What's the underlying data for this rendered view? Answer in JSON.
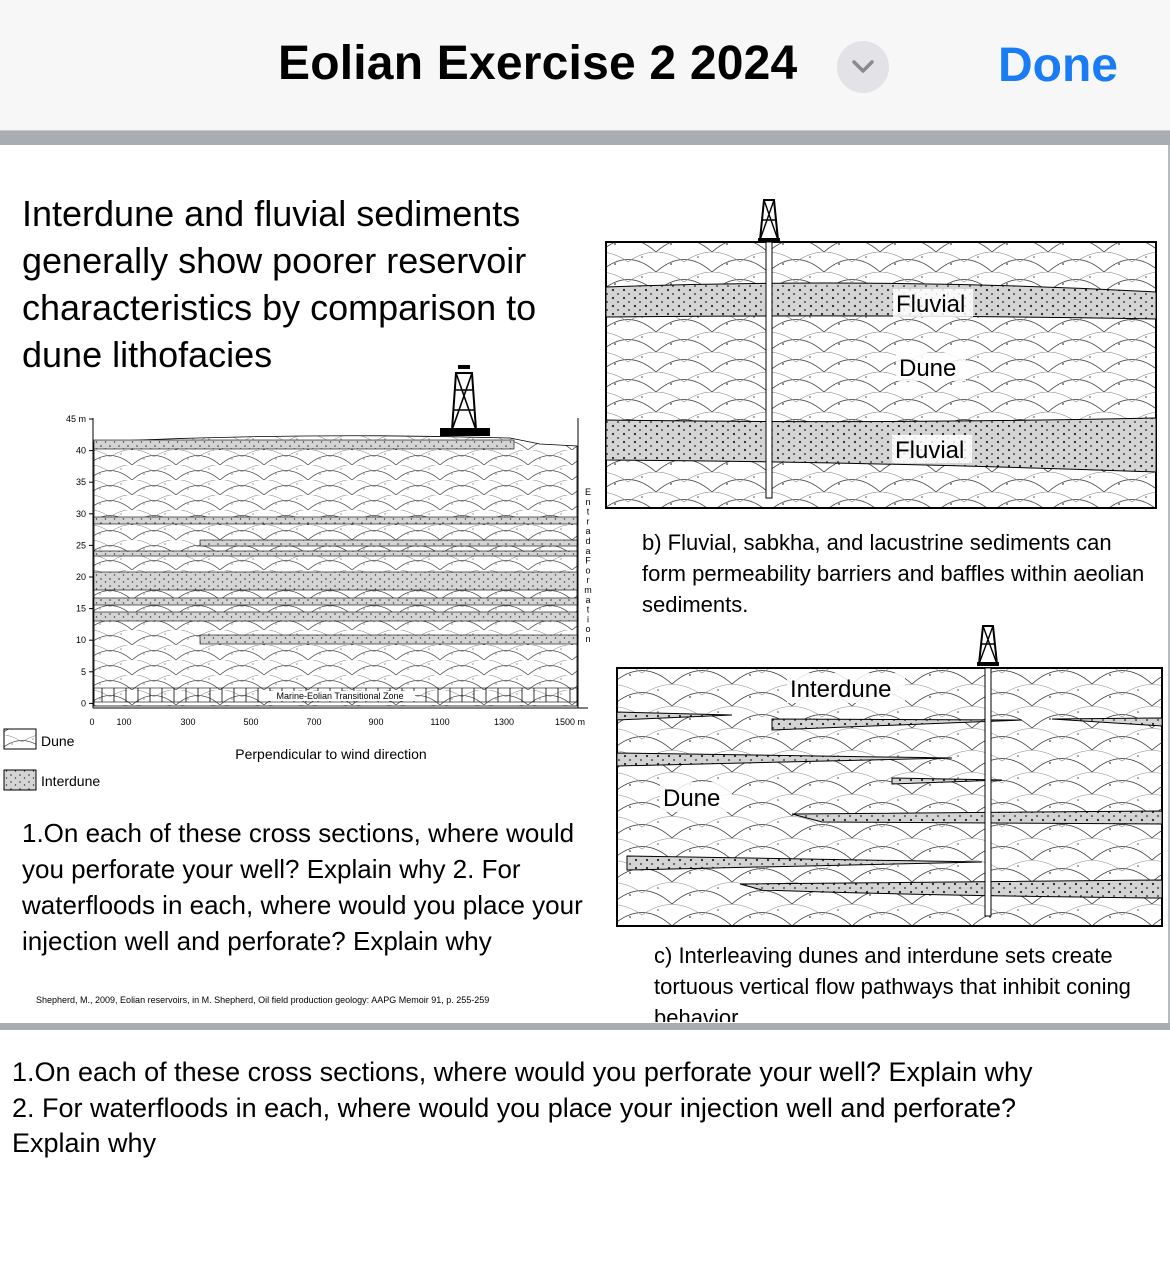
{
  "header": {
    "title": "Eolian Exercise 2 2024",
    "done_label": "Done"
  },
  "slide": {
    "heading": "Interdune and fluvial sediments generally show poorer reservoir characteristics by comparison to dune lithofacies",
    "figure_a": {
      "y_ticks": [
        "45 m",
        "40",
        "35",
        "30",
        "25",
        "20",
        "15",
        "10",
        "5",
        "0"
      ],
      "x_ticks": [
        "0",
        "100",
        "300",
        "500",
        "700",
        "900",
        "1100",
        "1300",
        "1500 m"
      ],
      "zone_label": "Marine-Eolian Transitional Zone",
      "formation_label": "Entrada Formation",
      "x_caption": "Perpendicular to wind direction",
      "legend": [
        {
          "label": "Dune",
          "icon": "dune-swatch-icon"
        },
        {
          "label": "Interdune",
          "icon": "interdune-swatch-icon"
        }
      ]
    },
    "figure_b": {
      "labels": [
        "Fluvial",
        "Dune",
        "Fluvial"
      ],
      "caption": "b) Fluvial, sabkha, and lacustrine sediments can form permeability barriers and baffles within aeolian sediments."
    },
    "figure_c": {
      "labels": [
        "Interdune",
        "Dune"
      ],
      "caption": "c) Interleaving dunes and interdune sets create tortuous vertical flow pathways that inhibit coning behavior."
    },
    "questions": "1.On each of these cross sections, where would you perforate your well? Explain why 2. For waterfloods in each, where would you place your injection well and perforate? Explain why",
    "citation": "Shepherd, M., 2009, Eolian reservoirs, in M. Shepherd, Oil field production geology: AAPG Memoir 91, p. 255-259"
  },
  "notes": {
    "line1": "1.On each of these cross sections, where would you perforate your well? Explain why",
    "line2": "2. For waterfloods in each, where would you place your injection well and perforate?",
    "line3": "Explain why"
  },
  "colors": {
    "accent": "#1a7cf5",
    "toolbar_bg": "#f7f7f8",
    "divider": "#a9adb2",
    "interdune_fill": "#d4d4d4"
  }
}
